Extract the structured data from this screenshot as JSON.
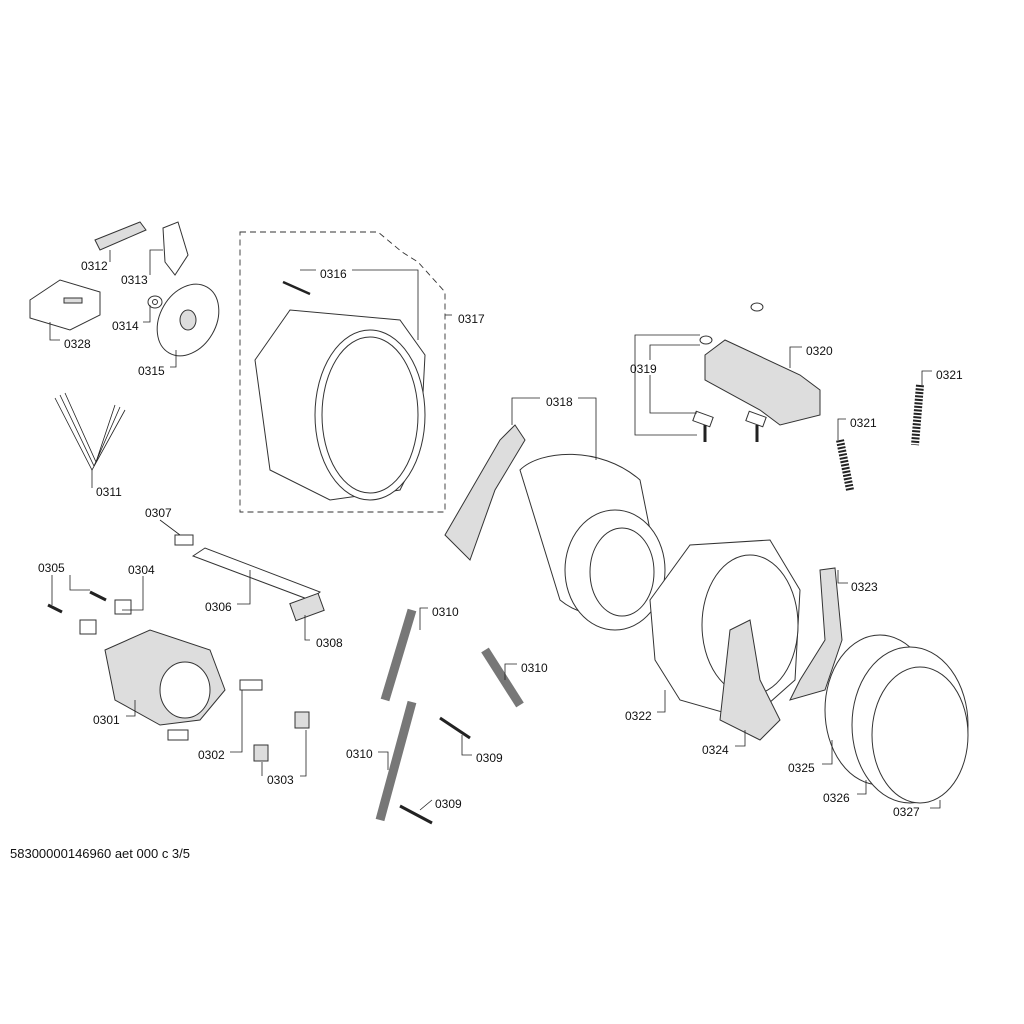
{
  "diagram": {
    "labels": {
      "p0312": "0312",
      "p0313": "0313",
      "p0314": "0314",
      "p0315": "0315",
      "p0328": "0328",
      "p0311": "0311",
      "p0316": "0316",
      "p0317": "0317",
      "p0318": "0318",
      "p0319": "0319",
      "p0320": "0320",
      "p0321a": "0321",
      "p0321b": "0321",
      "p0307": "0307",
      "p0305": "0305",
      "p0304": "0304",
      "p0306": "0306",
      "p0308": "0308",
      "p0310a": "0310",
      "p0310b": "0310",
      "p0310c": "0310",
      "p0309a": "0309",
      "p0309b": "0309",
      "p0301": "0301",
      "p0302": "0302",
      "p0303": "0303",
      "p0322": "0322",
      "p0324": "0324",
      "p0323": "0323",
      "p0325": "0325",
      "p0326": "0326",
      "p0327": "0327"
    }
  },
  "footer": {
    "code": "58300000146960 aet 000 c 3/5"
  }
}
